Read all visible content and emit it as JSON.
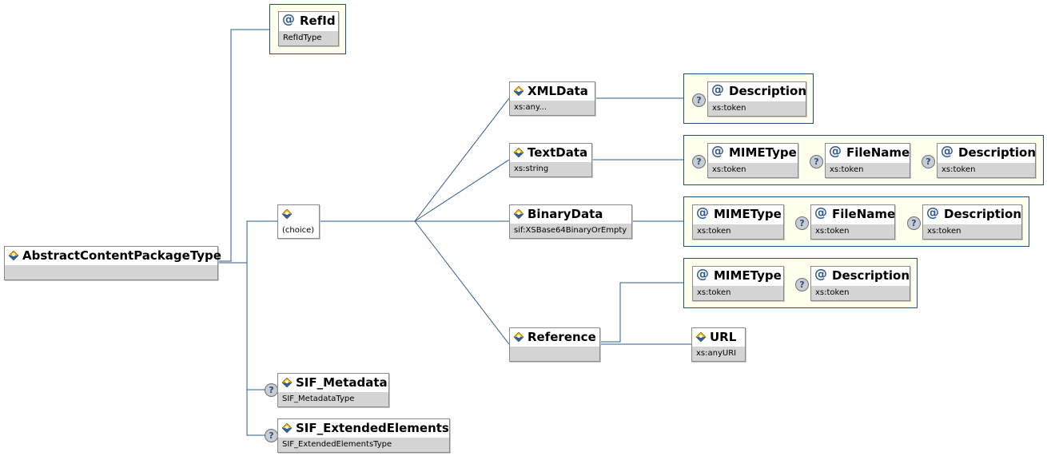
{
  "root": {
    "name": "AbstractContentPackageType",
    "type": ""
  },
  "refid": {
    "name": "RefId",
    "type": "RefIdType"
  },
  "choice": {
    "label": "(choice)"
  },
  "xml_data": {
    "name": "XMLData",
    "type": "xs:any...",
    "attrs": [
      {
        "name": "Description",
        "type": "xs:token"
      }
    ]
  },
  "text_data": {
    "name": "TextData",
    "type": "xs:string",
    "attrs": [
      {
        "name": "MIMEType",
        "type": "xs:token"
      },
      {
        "name": "FileName",
        "type": "xs:token"
      },
      {
        "name": "Description",
        "type": "xs:token"
      }
    ]
  },
  "binary_data": {
    "name": "BinaryData",
    "type": "sif:XSBase64BinaryOrEmpty",
    "attrs": [
      {
        "name": "MIMEType",
        "type": "xs:token"
      },
      {
        "name": "FileName",
        "type": "xs:token"
      },
      {
        "name": "Description",
        "type": "xs:token"
      }
    ]
  },
  "reference": {
    "name": "Reference",
    "type": "",
    "attrs": [
      {
        "name": "MIMEType",
        "type": "xs:token"
      },
      {
        "name": "Description",
        "type": "xs:token"
      }
    ],
    "url": {
      "name": "URL",
      "type": "xs:anyURI"
    }
  },
  "sif_metadata": {
    "name": "SIF_Metadata",
    "type": "SIF_MetadataType"
  },
  "sif_extended": {
    "name": "SIF_ExtendedElements",
    "type": "SIF_ExtendedElementsType"
  },
  "symbols": {
    "attribute": "@",
    "optional": "?"
  },
  "colors": {
    "connector": "#2e5c8a",
    "attr_group_bg": "#ffffee",
    "type_bar": "#d4d4d4"
  }
}
